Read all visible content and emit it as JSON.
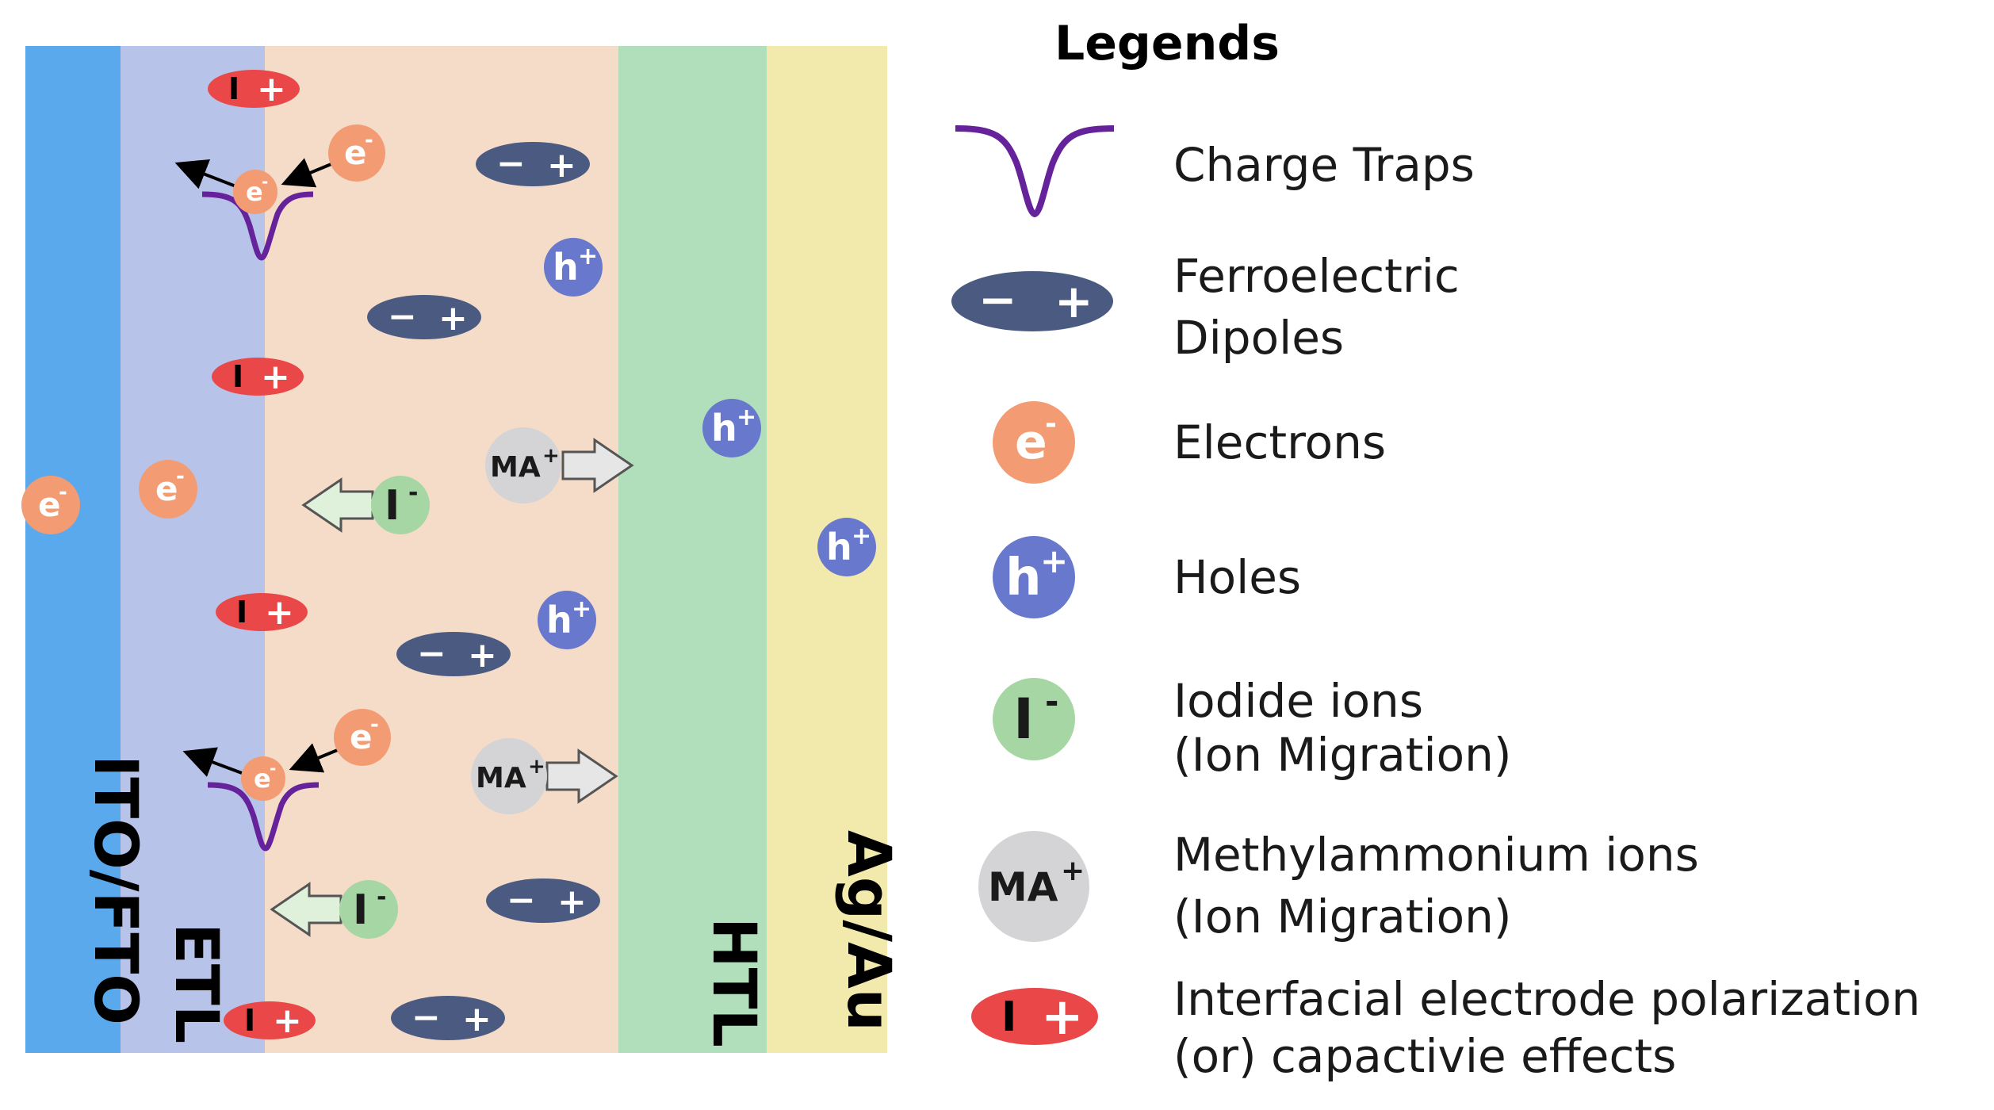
{
  "layers": [
    {
      "label": "ITO/FTO",
      "color": "#59a9ec"
    },
    {
      "label": "ETL",
      "color": "#b7c3e8"
    },
    {
      "label": "",
      "color": "#f5dcc8"
    },
    {
      "label": "HTL",
      "color": "#b2dfbb"
    },
    {
      "label": "Ag/Au",
      "color": "#f2eaad"
    }
  ],
  "particles": {
    "electron": "e",
    "electron_sup": "-",
    "hole": "h",
    "hole_sup": "+",
    "iodide": "I",
    "iodide_sup": "-",
    "ma": "MA",
    "ma_sup": "+",
    "dipole_minus": "−",
    "dipole_plus": "+",
    "interfacial_left": "I",
    "interfacial_plus": "+"
  },
  "legend": {
    "title": "Legends",
    "charge_traps": "Charge Traps",
    "ferroelectric_line1": "Ferroelectric",
    "ferroelectric_line2": "Dipoles",
    "electrons": "Electrons",
    "holes": "Holes",
    "iodide_line1": "Iodide ions",
    "iodide_line2": "(Ion Migration)",
    "ma_line1": "Methylammonium ions",
    "ma_line2": "(Ion Migration)",
    "interfacial_line1": "Interfacial electrode polarization",
    "interfacial_line2": "(or) capactivie effects"
  },
  "colors": {
    "electron": "#f39c73",
    "hole": "#6878cd",
    "iodide": "#a6d6a3",
    "ma": "#d4d3d6",
    "dipole": "#4a5a80",
    "interfacial": "#ea4848",
    "trap": "#66229a",
    "arrow_fill_iodide": "#dff0db",
    "arrow_fill_ma": "#e6e6e6"
  }
}
